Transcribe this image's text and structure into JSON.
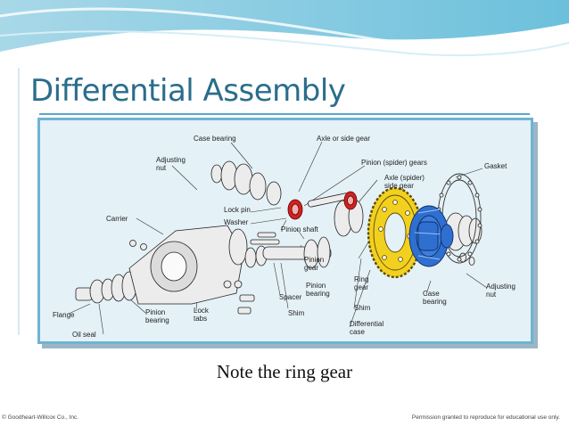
{
  "slide": {
    "title": "Differential Assembly",
    "caption": "Note the ring gear",
    "footer_left": "© Goodheart-Willcox Co., Inc.",
    "footer_right": "Permission granted to reproduce for educational use only."
  },
  "diagram": {
    "labels": {
      "case_bearing_top": "Case bearing",
      "axle_side_gear": "Axle or side gear",
      "adjusting_nut_left": "Adjusting\nnut",
      "pinion_spider_gears": "Pinion (spider) gears",
      "gasket": "Gasket",
      "axle_spider_side_gear": "Axle (spider)\nside gear",
      "lock_pin": "Lock pin",
      "washer": "Washer",
      "carrier": "Carrier",
      "pinion_shaft": "Pinion shaft",
      "pinion_gear": "Pinion\ngear",
      "pinion_bearing_right": "Pinion\nbearing",
      "ring_gear": "Ring\ngear",
      "case_bearing_bottom": "Case\nbearing",
      "adjusting_nut_right": "Adjusting\nnut",
      "flange": "Flange",
      "pinion_bearing_left": "Pinion\nbearing",
      "lock_tabs": "Lock\ntabs",
      "spacer": "Spacer",
      "shim_center": "Shim",
      "shim_right": "Shim",
      "oil_seal": "Oil seal",
      "differential_case": "Differential\ncase"
    },
    "colors": {
      "frame_border": "#6fb3d3",
      "frame_fill": "#e4f1f7",
      "ring_gear": "#f2d01f",
      "differential_case": "#2f6fd0",
      "spider_gears": "#d42020",
      "title": "#2a6d8c"
    }
  }
}
